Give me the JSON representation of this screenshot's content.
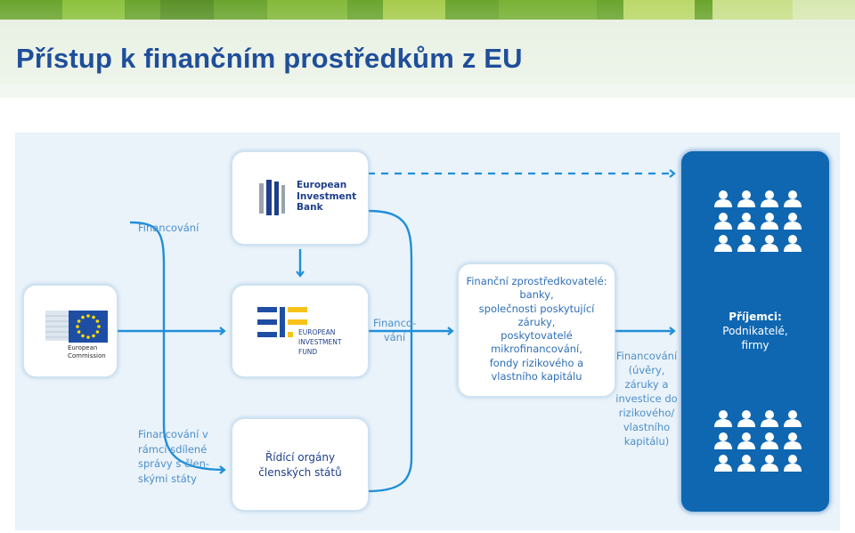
{
  "title": "Přístup k finančním prostředkům z EU",
  "labels": {
    "eib_funding": "Financování",
    "eif_funding": [
      "Financo-",
      "vání"
    ],
    "shared_management": [
      "Financování v",
      "rámci sdílené",
      "správy s člen-",
      "skými státy"
    ],
    "to_recipients": [
      "Financování",
      "(úvěry,",
      "záruky a",
      "investice do",
      "rizikového/",
      "vlastního",
      "kapitálu)"
    ]
  },
  "eib": {
    "name": [
      "European",
      "Investment",
      "Bank"
    ]
  },
  "commission": {
    "name": [
      "European",
      "Commission"
    ]
  },
  "eif": {
    "name": [
      "EUROPEAN",
      "INVESTMENT",
      "FUND"
    ]
  },
  "managing_authorities": [
    "Řídící orgány",
    "členských států"
  ],
  "intermediaries": [
    "Finanční zprostředkovatelé:",
    "banky,",
    "společnosti poskytující",
    "záruky,",
    "poskytovatelé",
    "mikrofinancování,",
    "fondy rizikového a",
    "vlastního kapitálu"
  ],
  "recipients": {
    "title": "Příjemci:",
    "lines": [
      "Podnikatelé,",
      "firmy"
    ]
  },
  "colors": {
    "title": "#1f4e9a",
    "accent_blue": "#1f8fd9",
    "label_blue": "#4d8fc9",
    "recipients_bg": "#0f67b1",
    "eu_flag": "#1e4ea4",
    "eu_stars": "#ffdd00",
    "eif_yellow": "#f7c31a",
    "header_green": "#6ba52f"
  },
  "icons": [
    "eib-logo-icon",
    "eu-flag-icon",
    "eif-logo-icon",
    "people-group-icon"
  ]
}
